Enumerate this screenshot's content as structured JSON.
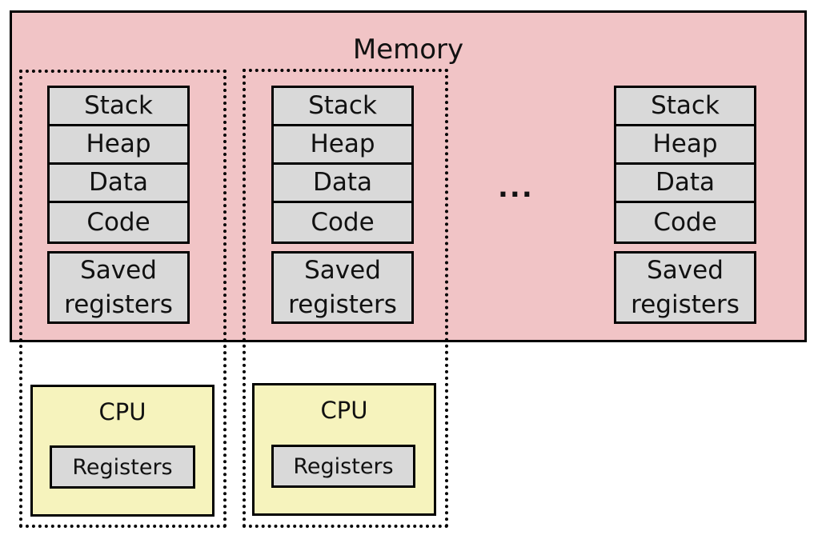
{
  "memory": {
    "title": "Memory"
  },
  "segments": [
    "Stack",
    "Heap",
    "Data",
    "Code"
  ],
  "saved": [
    "Saved",
    "registers"
  ],
  "ellipsis": "...",
  "cpu": {
    "label": "CPU",
    "registers": "Registers"
  },
  "colors": {
    "memory_bg": "#f1c4c6",
    "segment_bg": "#d9d9d9",
    "cpu_bg": "#f6f3bd"
  }
}
